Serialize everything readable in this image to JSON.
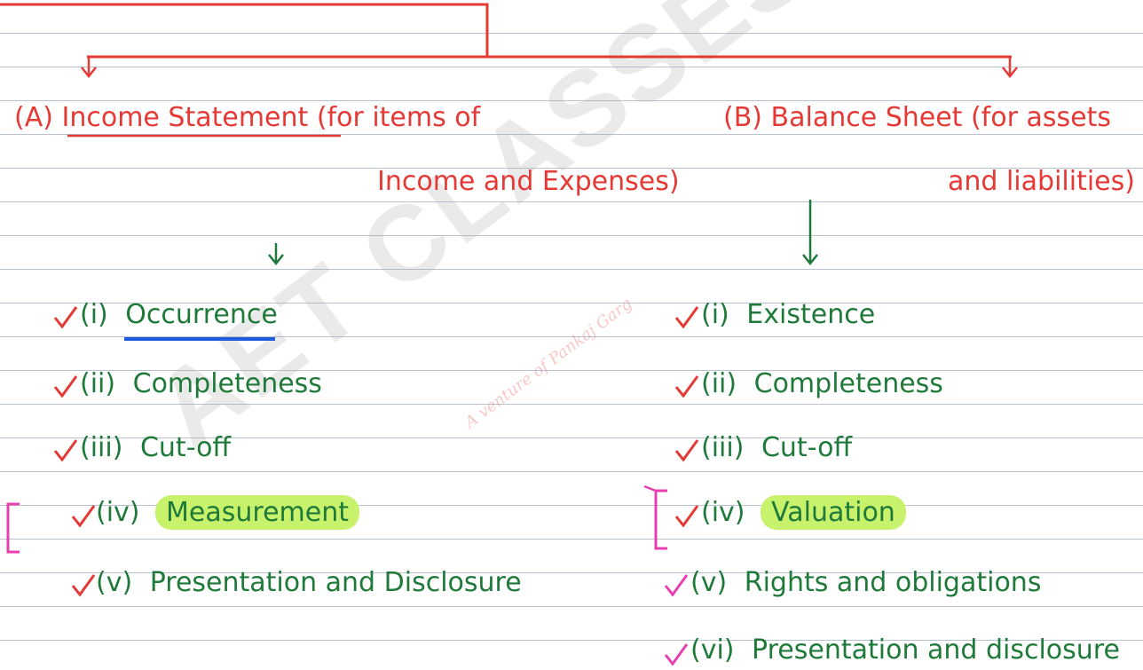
{
  "watermark": {
    "brand": "AET CLASSES",
    "tagline": "A venture of Pankaj Garg"
  },
  "left": {
    "heading_prefix": "(A)",
    "heading_underlined": "Income Statement",
    "heading_rest": "(for items of",
    "heading_line2": "Income and Expenses)",
    "items": [
      {
        "num": "(i)",
        "label": "Occurrence"
      },
      {
        "num": "(ii)",
        "label": "Completeness"
      },
      {
        "num": "(iii)",
        "label": "Cut-off"
      },
      {
        "num": "(iv)",
        "label": "Measurement"
      },
      {
        "num": "(v)",
        "label": "Presentation and Disclosure"
      }
    ]
  },
  "right": {
    "heading_line1": "(B) Balance Sheet (for assets",
    "heading_line2": "and liabilities)",
    "items": [
      {
        "num": "(i)",
        "label": "Existence"
      },
      {
        "num": "(ii)",
        "label": "Completeness"
      },
      {
        "num": "(iii)",
        "label": "Cut-off"
      },
      {
        "num": "(iv)",
        "label": "Valuation"
      },
      {
        "num": "(v)",
        "label": "Rights and obligations"
      },
      {
        "num": "(vi)",
        "label": "Presentation and disclosure"
      }
    ]
  },
  "colors": {
    "red": "#e53935",
    "green": "#1f7a3a",
    "highlight": "#c8f26b",
    "underline_blue": "#1e5bd8",
    "bracket": "#e83fb0"
  }
}
